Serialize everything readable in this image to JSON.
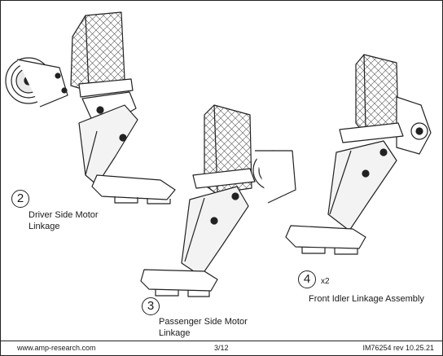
{
  "callouts": [
    {
      "number": "2",
      "caption_line1": "Driver Side Motor",
      "caption_line2": "Linkage"
    },
    {
      "number": "3",
      "caption_line1": "Passenger Side Motor",
      "caption_line2": "Linkage"
    },
    {
      "number": "4",
      "quantity": "x2",
      "caption_line1": "Front Idler Linkage Assembly"
    }
  ],
  "footer": {
    "website": "www.amp-research.com",
    "page": "3/12",
    "doc_id": "IM76254 rev 10.25.21"
  }
}
